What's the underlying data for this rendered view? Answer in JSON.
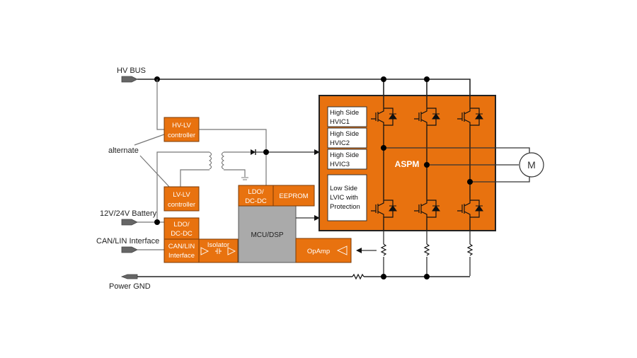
{
  "labels": {
    "hv_bus": "HV BUS",
    "alternate": "alternate",
    "battery": "12V/24V Battery",
    "can_lin": "CAN/LIN Interface",
    "power_gnd": "Power GND"
  },
  "blocks": {
    "hv_lv_1": "HV-LV",
    "hv_lv_2": "controller",
    "lv_lv_1": "LV-LV",
    "lv_lv_2": "controller",
    "ldo_left_1": "LDO/",
    "ldo_left_2": "DC-DC",
    "can_lin_1": "CAN/LIN",
    "can_lin_2": "Interface",
    "isolator": "Isolator",
    "ldo_mcu_1": "LDO/",
    "ldo_mcu_2": "DC-DC",
    "eeprom": "EEPROM",
    "mcu": "MCU/DSP",
    "opamp": "OpAmp",
    "aspm": "ASPM",
    "hs1_1": "High Side",
    "hs1_2": "HVIC1",
    "hs2_1": "High Side",
    "hs2_2": "HVIC2",
    "hs3_1": "High Side",
    "hs3_2": "HVIC3",
    "ls_1": "Low Side",
    "ls_2": "LVIC with",
    "ls_3": "Protection",
    "motor": "M"
  },
  "colors": {
    "block_orange": "#e8720f",
    "mcu_gray": "#aaaaaa"
  }
}
